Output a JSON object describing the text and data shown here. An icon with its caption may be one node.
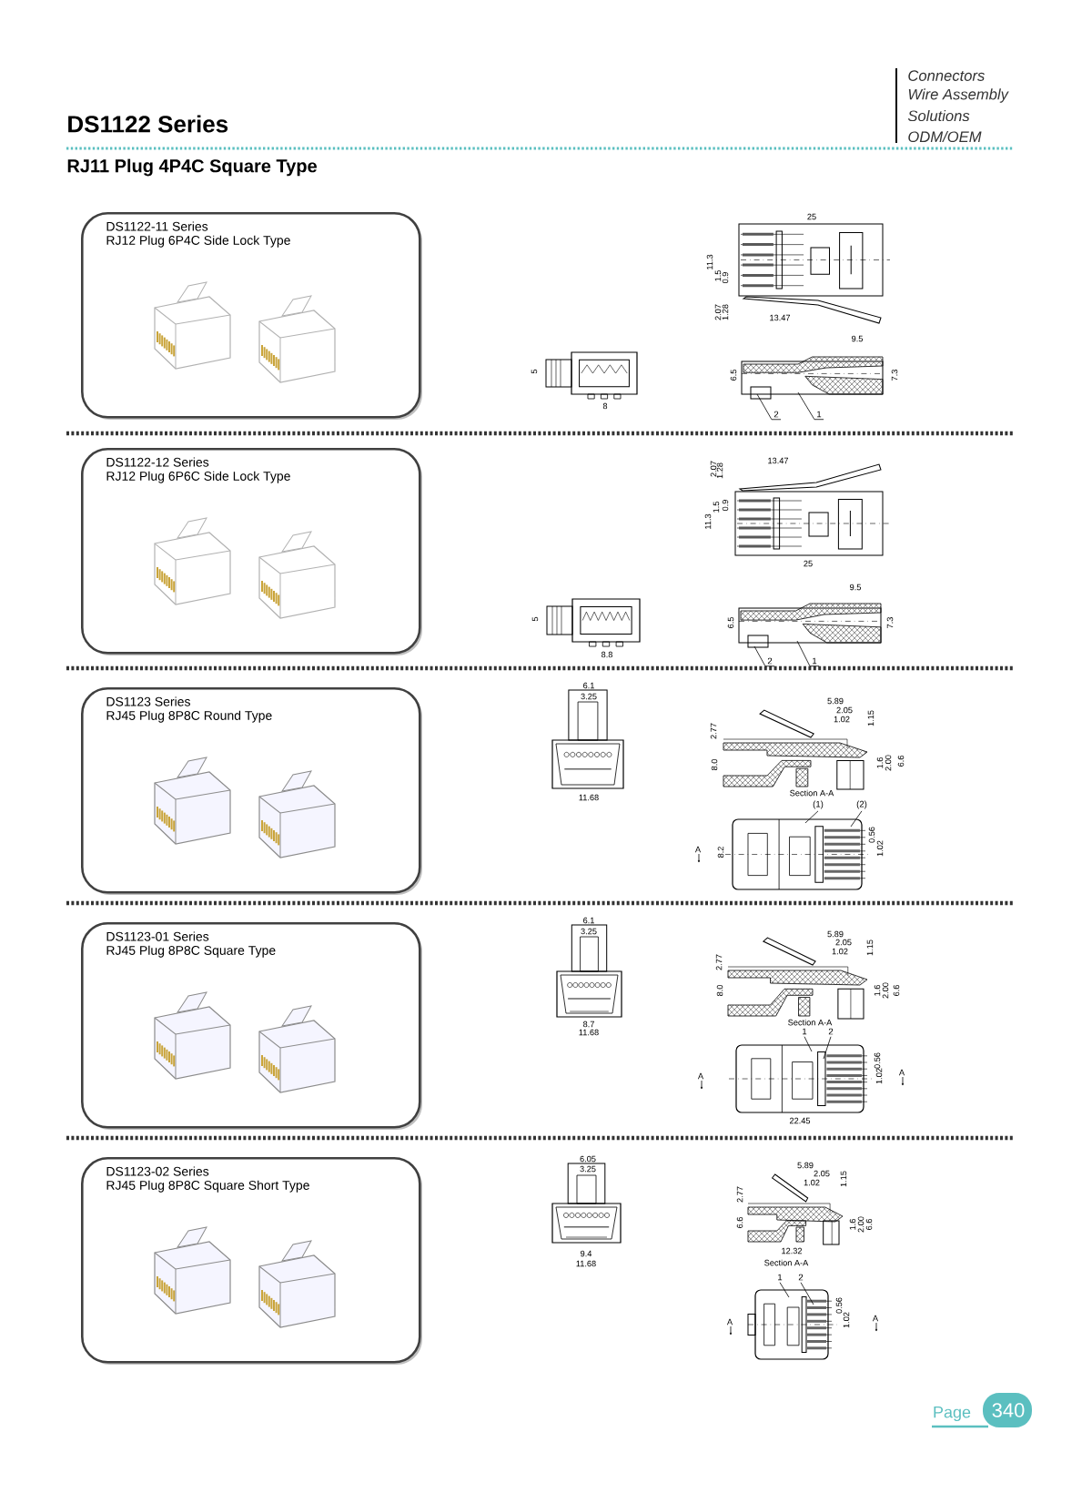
{
  "diagram": {
    "title": "DS1122 Series",
    "nodes": [
      {
        "text": [
          "DS1122-11 Series",
          "RJ12 Plug 6P4C Side Lock Type"
        ]
      },
      {
        "text": [
          "DS1122-12 Series",
          "RJ12 Plug 6P6C Side Lock Type"
        ]
      },
      {
        "text": [
          "DS1123 Series",
          "RJ45 Plug 8P8C Round Type"
        ]
      },
      {
        "text": [
          "DS1123-01 Series",
          "RJ45 Plug 8P8C Square Type"
        ]
      },
      {
        "text": [
          "DS1123-02 Series",
          "RJ45 Plug 8P8C Square Short Type"
        ]
      },
      {
        "text": [
          "2"
        ]
      },
      {
        "text": [
          "1"
        ]
      },
      {
        "text": [
          "2"
        ]
      },
      {
        "text": [
          "1"
        ]
      },
      {
        "text": [
          "(1)"
        ]
      },
      {
        "text": [
          "(2)"
        ]
      },
      {
        "text": [
          "1"
        ]
      },
      {
        "text": [
          "2"
        ]
      },
      {
        "text": [
          "1"
        ]
      },
      {
        "text": [
          "2"
        ]
      },
      {
        "text": [],
        "shape": "picture"
      },
      {
        "text": [],
        "shape": "picture"
      },
      {
        "text": [],
        "shape": "picture"
      },
      {
        "text": [],
        "shape": "picture"
      },
      {
        "text": [],
        "shape": "picture"
      }
    ],
    "edges": [
      {
        "from": 5,
        "to": 15,
        "arrow": "none"
      },
      {
        "from": 6,
        "to": 15,
        "arrow": "none"
      },
      {
        "from": 7,
        "to": 16,
        "arrow": "none"
      },
      {
        "from": 8,
        "to": 16,
        "arrow": "none"
      },
      {
        "from": 9,
        "to": 17,
        "arrow": "none"
      },
      {
        "from": 10,
        "to": 17,
        "arrow": "none"
      },
      {
        "from": 11,
        "to": 18,
        "arrow": "none"
      },
      {
        "from": 12,
        "to": 18,
        "arrow": "none"
      },
      {
        "from": 13,
        "to": 19,
        "arrow": "none"
      },
      {
        "from": 14,
        "to": 19,
        "arrow": "none"
      }
    ],
    "labels": [
      "RJ11 Plug 4P4C Square Type",
      "Connectors",
      "Wire Assembly",
      "Solutions",
      "ODM/OEM",
      "25",
      "11.3",
      "1.5",
      "0.9",
      "2.07",
      "1.28",
      "13.47",
      "9.5",
      "6.5",
      "7.3",
      "5",
      "8",
      "2.07",
      "1.28",
      "13.47",
      "1.5",
      "0.9",
      "11.3",
      "25",
      "9.5",
      "6.5",
      "7.3",
      "5",
      "8.8",
      "6.1",
      "3.25",
      "11.68",
      "5.89",
      "2.05",
      "1.02",
      "1.15",
      "2.77",
      "8.0",
      "1.6",
      "2.00",
      "6.6",
      "Section A-A",
      "0.56",
      "A",
      "8.2",
      "1.02",
      "6.1",
      "3.25",
      "8.7",
      "11.68",
      "5.89",
      "2.05",
      "1.02",
      "1.15",
      "2.77",
      "8.0",
      "1.6",
      "2.00",
      "6.6",
      "Section A-A",
      "0.56",
      "1.02",
      "A",
      "A",
      "22.45",
      "6.05",
      "3.25",
      "9.4",
      "11.68",
      "5.89",
      "2.05",
      "1.02",
      "1.15",
      "2.77",
      "6.6",
      "1.6",
      "2.00",
      "6.6",
      "12.32",
      "Section A-A",
      "0.56",
      "1.02",
      "A",
      "A",
      "Page",
      "340"
    ]
  }
}
